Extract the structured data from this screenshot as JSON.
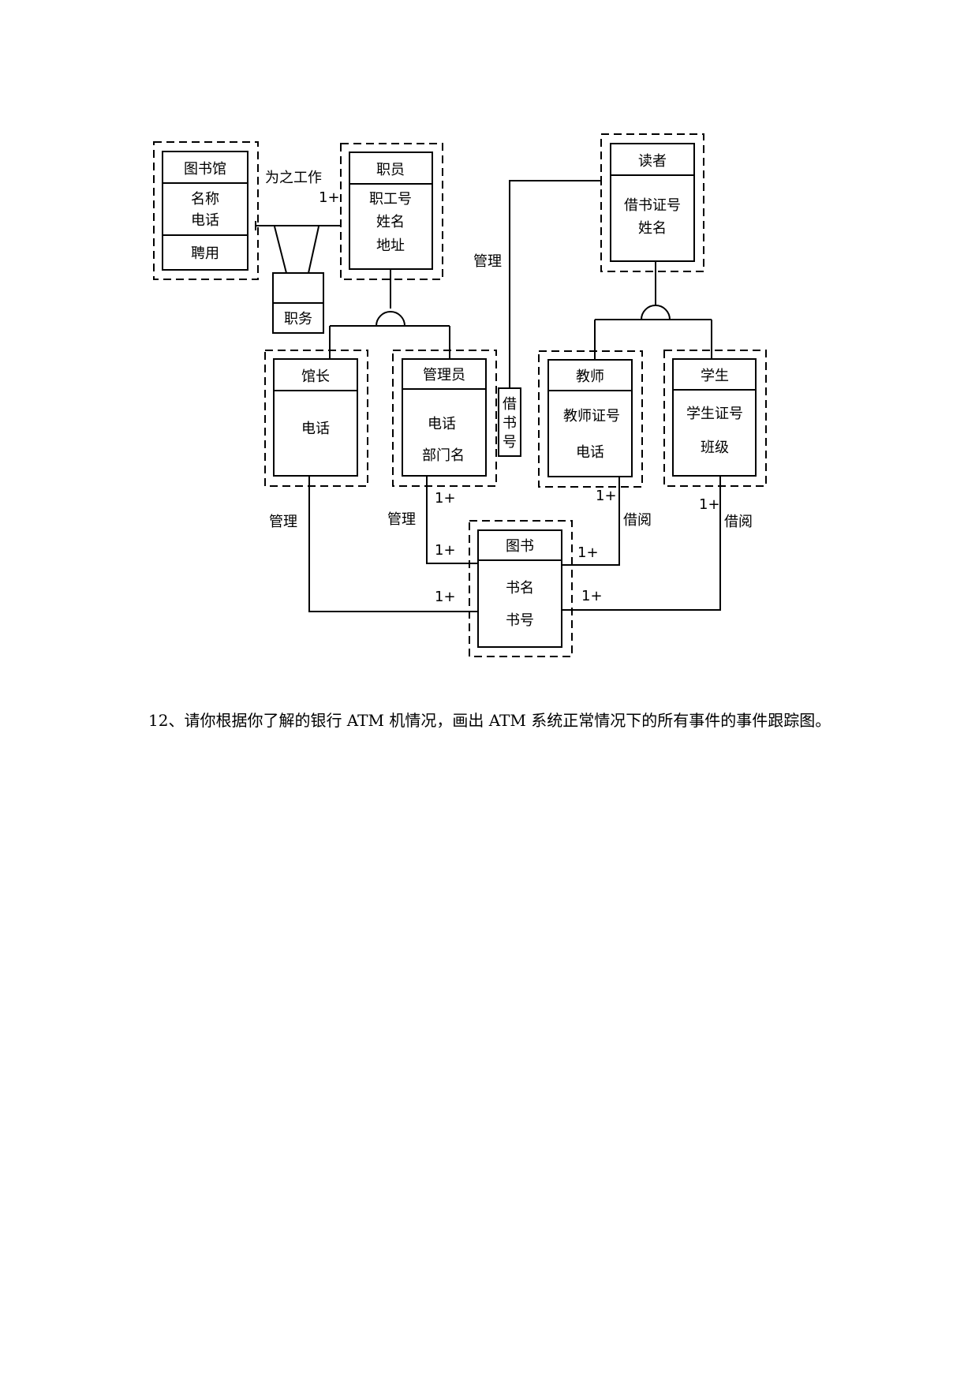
{
  "entities": {
    "library": {
      "name": "图书馆",
      "attrs": [
        "名称",
        "电话"
      ],
      "op": "聘用"
    },
    "staff": {
      "name": "职员",
      "attrs": [
        "职工号",
        "姓名",
        "地址"
      ]
    },
    "reader": {
      "name": "读者",
      "attrs": [
        "借书证号",
        "姓名"
      ]
    },
    "director": {
      "name": "馆长",
      "attrs": [
        "电话"
      ]
    },
    "librarian": {
      "name": "管理员",
      "attrs": [
        "电话",
        "部门名"
      ]
    },
    "teacher": {
      "name": "教师",
      "attrs": [
        "教师证号",
        "电话"
      ]
    },
    "student": {
      "name": "学生",
      "attrs": [
        "学生证号",
        "班级"
      ]
    },
    "book": {
      "name": "图书",
      "attrs": [
        "书名",
        "书号"
      ]
    }
  },
  "association_class": {
    "name": "职务"
  },
  "qualifier": {
    "chars": [
      "借",
      "书",
      "号"
    ]
  },
  "labels": {
    "works_for": "为之工作",
    "manage": "管理",
    "borrow": "借阅",
    "multiplicity": "1+"
  },
  "question": {
    "text": "12、请你根据你了解的银行 ATM 机情况，画出 ATM 系统正常情况下的所有事件的事件跟踪图。"
  }
}
